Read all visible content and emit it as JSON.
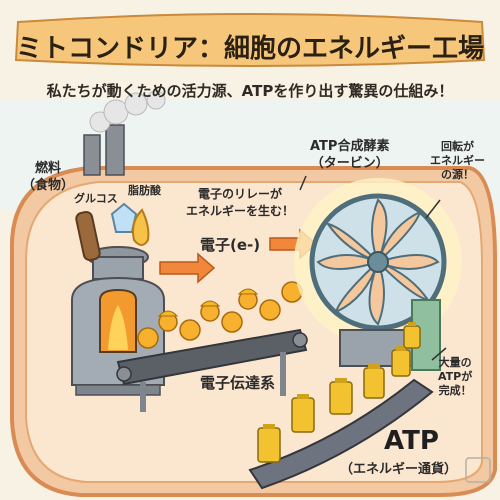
{
  "title": "ミトコンドリア：細胞のエネルギー工場",
  "subtitle": "私たちが動くための活力源、ATPを作り出す驚異の仕組み！",
  "labels": {
    "fuel_line1": "燃料",
    "fuel_line2": "（食物）",
    "glucose": "グルコス",
    "fatty_acid": "脂肪酸",
    "relay_line1": "電子のリレーが",
    "relay_line2": "エネルギーを生む！",
    "electron": "電子(e-)",
    "etc": "電子伝達系",
    "synthase_line1": "ATP合成酵素",
    "synthase_line2": "（タービン）",
    "rotation_line1": "回転が",
    "rotation_line2": "エネルギー",
    "rotation_line3": "の源！",
    "mass_line1": "大量の",
    "mass_line2": "ATPが",
    "mass_line3": "完成！",
    "atp": "ATP",
    "atp_sub": "（エネルギー通貨）"
  },
  "colors": {
    "accent": "#e8742a",
    "membrane": "#e9a46f",
    "machine": "#9aa3ab",
    "turbine": "#7fa6b5",
    "battery": "#f2c230",
    "helmet": "#f5b72a",
    "belt": "#5b5f66"
  }
}
